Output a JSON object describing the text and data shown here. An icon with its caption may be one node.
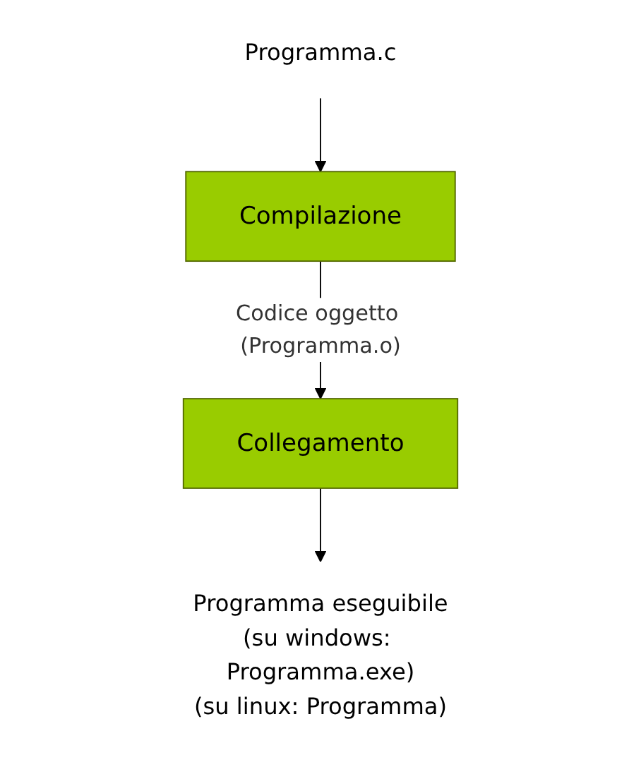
{
  "diagram": {
    "nodes": [
      {
        "text": [
          "Programma.c"
        ]
      },
      {
        "text": [
          "Compilazione"
        ]
      },
      {
        "text": [
          "Collegamento"
        ]
      },
      {
        "text": [
          "Programma eseguibile",
          "(su windows: Programma.exe)",
          "(su linux: Programma)"
        ]
      }
    ],
    "edges": [
      {
        "from": 0,
        "to": 1,
        "arrow": "to"
      },
      {
        "from": 1,
        "to": 2,
        "arrow": "to",
        "label": "Codice oggetto (Programma.o)"
      },
      {
        "from": 2,
        "to": 3,
        "arrow": "to"
      }
    ]
  }
}
